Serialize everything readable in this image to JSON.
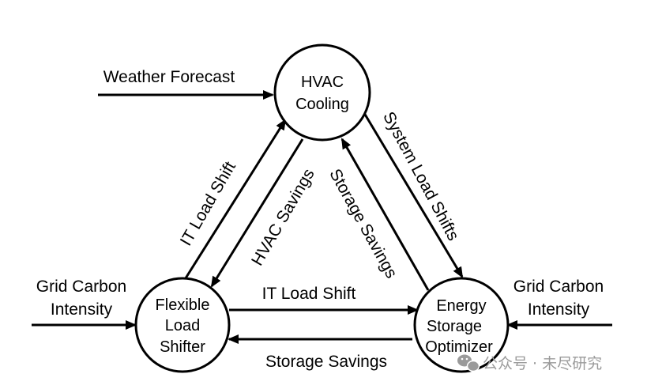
{
  "nodes": {
    "hvac": {
      "line1": "HVAC",
      "line2": "Cooling"
    },
    "shifter": {
      "line1": "Flexible",
      "line2": "Load",
      "line3": "Shifter"
    },
    "storage": {
      "line1": "Energy",
      "line2": "Storage",
      "line3": "Optimizer"
    }
  },
  "inputs": {
    "weather": "Weather Forecast",
    "grid_left_1": "Grid Carbon",
    "grid_left_2": "Intensity",
    "grid_right_1": "Grid Carbon",
    "grid_right_2": "Intensity"
  },
  "edges": {
    "it_load_shift_diag": "IT Load Shift",
    "hvac_savings": "HVAC Savings",
    "storage_savings_diag": "Storage Savings",
    "system_load_shifts": "System Load Shifts",
    "it_load_shift_bottom": "IT Load Shift",
    "storage_savings_bottom": "Storage Savings"
  },
  "watermark": "公众号 · 未尽研究",
  "colors": {
    "ink": "#000000",
    "watermark": "#9a9a9a",
    "background": "#ffffff"
  }
}
